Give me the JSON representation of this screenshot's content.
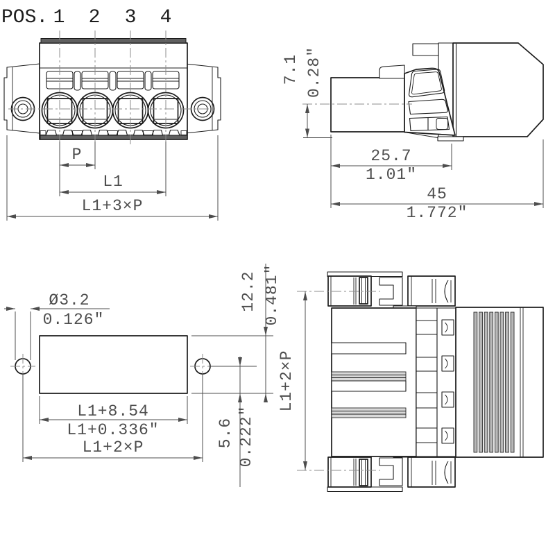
{
  "drawing_title": "4-position pluggable terminal block connector dimensional drawing",
  "colors": {
    "outline": "#1c1c1c",
    "dimension": "#4d4d4d",
    "centerline": "#8c8c8c",
    "dark_fill": "#606060",
    "rib_fill": "#b8b8b8"
  },
  "front_view": {
    "pos_label": "POS.",
    "pos_1": "1",
    "pos_2": "2",
    "pos_3": "3",
    "pos_4": "4",
    "dim_pitch": "P",
    "dim_l1": "L1",
    "dim_overall_width": "L1+3×P"
  },
  "side_view": {
    "dim_height_mm": "7.1",
    "dim_height_in": "0.28\"",
    "dim_front_depth_mm": "25.7",
    "dim_front_depth_in": "1.01\"",
    "dim_overall_depth_mm": "45",
    "dim_overall_depth_in": "1.772\""
  },
  "footprint_view": {
    "dim_hole_dia_mm": "Ø3.2",
    "dim_hole_dia_in": "0.126\"",
    "dim_cutout_width_mm": "L1+8.54",
    "dim_cutout_width_in": "L1+0.336\"",
    "dim_hole_spacing": "L1+2×P",
    "dim_center_to_edge_mm": "5.6",
    "dim_center_to_edge_in": "0.222\"",
    "dim_cutout_height_mm": "12.2",
    "dim_cutout_height_in": "0.481\""
  },
  "top_view": {
    "dim_hole_spacing": "L1+2×P"
  }
}
